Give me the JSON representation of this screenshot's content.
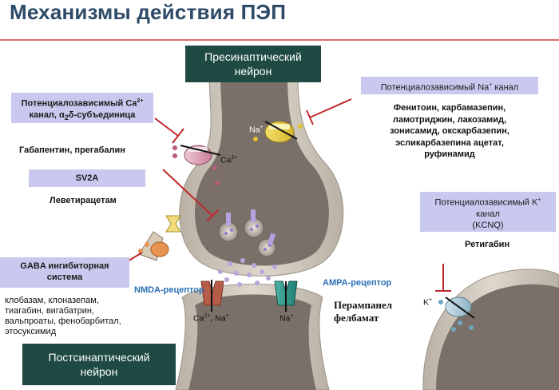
{
  "title": "Механизмы действия ПЭП",
  "presynaptic": {
    "line1": "Пресинаптический",
    "line2": "нейрон"
  },
  "postsynaptic": {
    "line1": "Постсинаптический",
    "line2": "нейрон"
  },
  "ca_channel": {
    "line1_pre": "Потенциалозависимый Ca",
    "line1_sup": "2+",
    "line2_pre": "канал, ",
    "alpha": "α",
    "sub": "2",
    "line2_post": "δ-субъединица",
    "drugs": "Габапентин, прегабалин"
  },
  "sv2a": {
    "label": "SV2A",
    "drugs": "Леветирацетам"
  },
  "gaba": {
    "line1": "GABA ингибиторная",
    "line2": "система",
    "drugs": [
      "клобазам, клоназепам,",
      "тиагабин, вигабатрин,",
      "вальпроаты, фенобарбитал,",
      "этосуксимид"
    ]
  },
  "na_channel": {
    "label_pre": "Потенциалозависимый Na",
    "label_sup": "+",
    "label_post": " канал",
    "drugs": [
      "Фенитоин, карбамазепин,",
      "ламотриджин, лакозамид,",
      "зонисамид, окскарбазепин,",
      "эсликарбазепина ацетат,",
      "руфинамид"
    ]
  },
  "k_channel": {
    "line1_pre": "Потенциалозависимый K",
    "line1_sup": "+",
    "line2": "канал",
    "line3": "(KCNQ)",
    "drugs": "Ретигабин"
  },
  "ion_labels": {
    "na_pre": "Na",
    "na_sup": "+",
    "ca_pre": "Ca",
    "ca_sup": "2+",
    "nmda_ions_pre": "Ca",
    "nmda_ions_sup": "2+",
    "nmda_ions_post": ", Na",
    "nmda_ions_sup2": "+",
    "ampa_ion_pre": "Na",
    "ampa_ion_sup": "+",
    "k_pre": "K",
    "k_sup": "+"
  },
  "nmda": "NMDA-рецептор",
  "ampa": "AMPA-рецептор",
  "ampa_drugs": [
    "Перампанел",
    "фелбамат"
  ],
  "colors": {
    "title": "#2d4a66",
    "rule": "#e26a6a",
    "box": "#c9c9ef",
    "dark": "#1f4a44",
    "inhibit": "#c0282d",
    "blue": "#2a6fb5"
  }
}
